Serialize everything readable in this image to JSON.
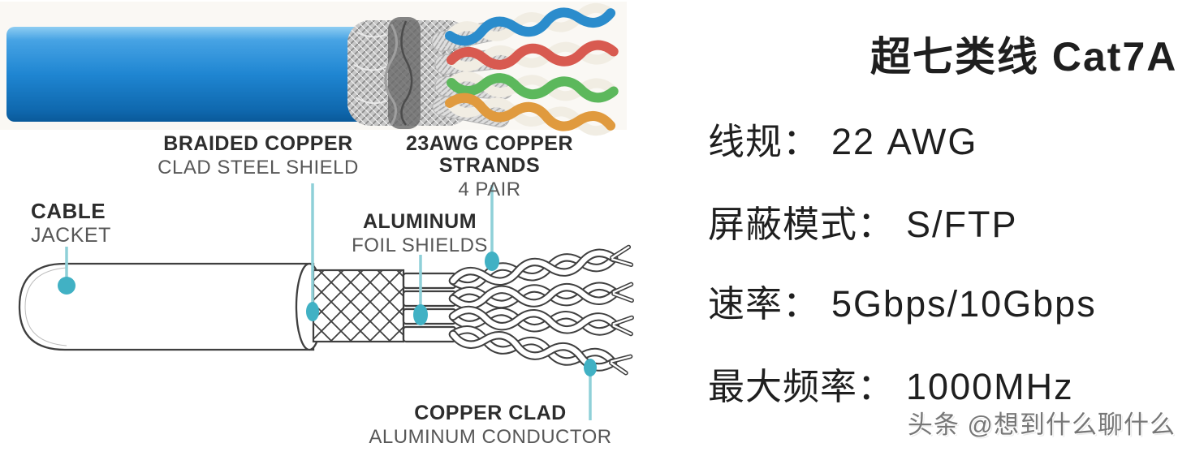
{
  "specs_panel": {
    "title": "超七类线 Cat7A",
    "items": [
      {
        "label": "线规：",
        "value": "22 AWG"
      },
      {
        "label": "屏蔽模式：",
        "value": "S/FTP"
      },
      {
        "label": "速率：",
        "value": "5Gbps/10Gbps"
      },
      {
        "label": "最大频率：",
        "value": "1000MHz"
      }
    ]
  },
  "diagram": {
    "labels": {
      "braided_shield": {
        "line1": "BRAIDED COPPER",
        "line2": "CLAD STEEL SHIELD"
      },
      "copper_strands": {
        "line1": "23AWG COPPER STRANDS",
        "line2": "4 PAIR"
      },
      "cable_jacket": {
        "line1": "CABLE",
        "line2": "JACKET"
      },
      "foil_shields": {
        "line1": "ALUMINUM",
        "line2": "FOIL SHIELDS"
      },
      "conductor": {
        "line1": "COPPER CLAD",
        "line2": "ALUMINUM CONDUCTOR"
      }
    }
  },
  "watermark": "头条 @想到什么聊什么",
  "colors": {
    "accent_teal": "#41b1c4",
    "accent_teal_light": "#8fd0d8",
    "jacket_blue": "#1f86d2",
    "pair_blue": "#2b8ccc",
    "pair_red": "#d85a50",
    "pair_green": "#5cb85c",
    "pair_orange": "#e09a3e",
    "diagram_line": "#3f3f3f",
    "label_primary": "#2d2d2d",
    "label_secondary": "#575757",
    "text_primary": "#1f1f1f",
    "watermark_gray": "#5a5a5a"
  }
}
